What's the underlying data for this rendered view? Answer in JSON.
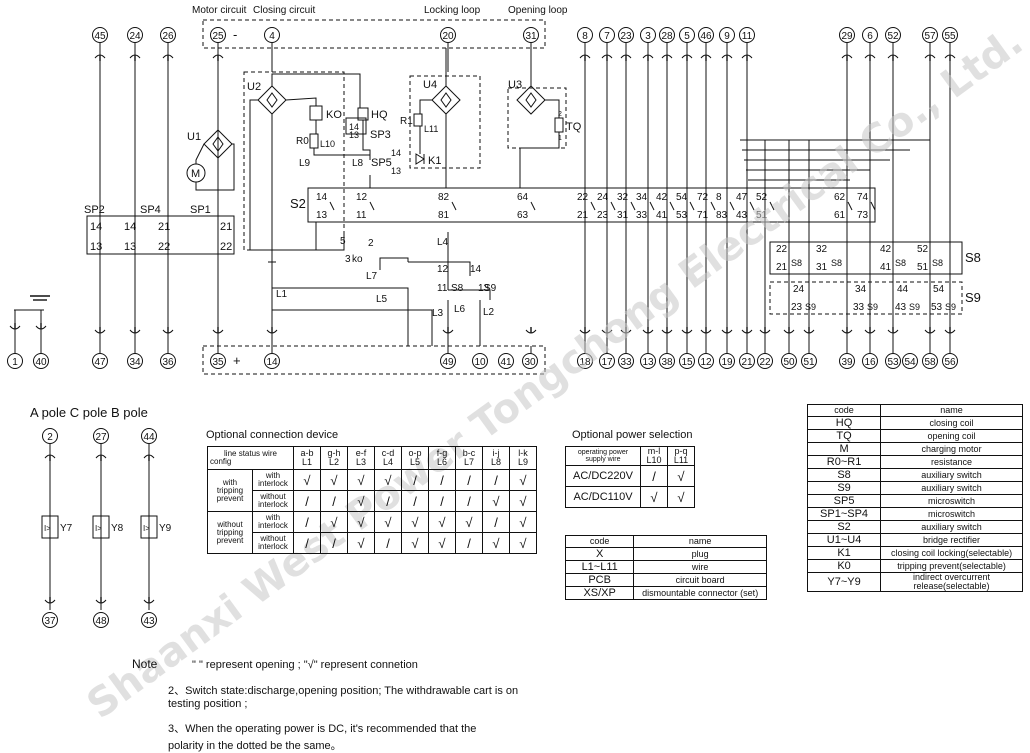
{
  "top_labels": {
    "motor_circuit": "Motor circuit",
    "closing_circuit": "Closing circuit",
    "locking_loop": "Locking loop",
    "opening_loop": "Opening loop"
  },
  "top_terminals": {
    "left": [
      "45",
      "24",
      "26",
      "25",
      "4"
    ],
    "mid": [
      "20",
      "31"
    ],
    "right": [
      "8",
      "7",
      "23",
      "3",
      "28",
      "5",
      "46",
      "9",
      "11"
    ],
    "far_right": [
      "29",
      "6",
      "52",
      "57",
      "55"
    ]
  },
  "bottom_terminals": {
    "left": [
      "1",
      "40",
      "47",
      "34",
      "36",
      "35",
      "14"
    ],
    "mid": [
      "49",
      "10",
      "41",
      "30"
    ],
    "right": [
      "18",
      "17",
      "33",
      "13",
      "38",
      "15",
      "12",
      "19",
      "21",
      "22",
      "50",
      "51"
    ],
    "far_right": [
      "39",
      "16",
      "53",
      "54",
      "58",
      "56"
    ]
  },
  "signs": {
    "minus": "-",
    "plus": "+"
  },
  "component_labels": {
    "U1": "U1",
    "U2": "U2",
    "U3": "U3",
    "U4": "U4",
    "M": "M",
    "HQ": "HQ",
    "KO": "KO",
    "TQ": "TQ",
    "K1": "K1",
    "R0": "R0",
    "R1": "R1",
    "L9": "L9",
    "L8": "L8",
    "L10": "L10",
    "L11": "L11",
    "SP3": "SP3",
    "SP5": "SP5",
    "SP2": "SP2",
    "SP4": "SP4",
    "SP1": "SP1",
    "S2": "S2",
    "S8": "S8",
    "S9": "S9",
    "L1": "L1",
    "L2": "L2",
    "L3": "L3",
    "L4": "L4",
    "L5": "L5",
    "L6": "L6",
    "L7": "L7",
    "ko": "ko"
  },
  "s2_contacts": {
    "top": [
      "14",
      "12",
      "82",
      "64",
      "22",
      "24",
      "32",
      "34",
      "42",
      "54",
      "72",
      "8",
      "47",
      "52",
      "62",
      "74"
    ],
    "bottom": [
      "13",
      "11",
      "81",
      "63",
      "21",
      "23",
      "31",
      "33",
      "41",
      "53",
      "71",
      "83",
      "43",
      "51",
      "61",
      "73"
    ]
  },
  "s8_contacts": {
    "top": [
      "22",
      "32",
      "42",
      "52"
    ],
    "bottom": [
      "21",
      "31",
      "41",
      "51"
    ]
  },
  "s9_contacts": {
    "top": [
      "24",
      "34",
      "44",
      "54"
    ],
    "bottom": [
      "23",
      "33",
      "43",
      "53"
    ]
  },
  "sp_contacts": {
    "top": [
      "14",
      "14",
      "21",
      "21"
    ],
    "bottom": [
      "13",
      "13",
      "22",
      "22"
    ]
  },
  "misc_numbers": {
    "n14a": "14",
    "n13a": "13",
    "n12": "12",
    "n11a": "11",
    "n14b": "14",
    "n13b": "13",
    "n5": "5",
    "n2": "2",
    "n3": "3",
    "n12b": "12",
    "n11b": "11",
    "n14c": "14",
    "n13c": "13",
    "n2tq": "2",
    "n1tq": "1",
    "n4": "4",
    "n1": "1"
  },
  "poles": {
    "title": "A pole  C pole  B pole",
    "items": [
      {
        "top": "2",
        "bottom": "37",
        "label": "Y7"
      },
      {
        "top": "27",
        "bottom": "48",
        "label": "Y8"
      },
      {
        "top": "44",
        "bottom": "43",
        "label": "Y9"
      }
    ],
    "symbol": "I>"
  },
  "optional_connection": {
    "title": "Optional connection device",
    "header_line_status": "line status",
    "header_wire": "wire",
    "header_config": "config",
    "columns": [
      {
        "top": "a-b",
        "bottom": "L1"
      },
      {
        "top": "g-h",
        "bottom": "L2"
      },
      {
        "top": "e-f",
        "bottom": "L3"
      },
      {
        "top": "c-d",
        "bottom": "L4"
      },
      {
        "top": "o-p",
        "bottom": "L5"
      },
      {
        "top": "f-g",
        "bottom": "L6"
      },
      {
        "top": "b-c",
        "bottom": "L7"
      },
      {
        "top": "i-j",
        "bottom": "L8"
      },
      {
        "top": "l-k",
        "bottom": "L9"
      }
    ],
    "groups": [
      {
        "label": "with tripping prevent",
        "rows": [
          {
            "label": "with interlock",
            "cells": [
              "√",
              "√",
              "√",
              "√",
              "/",
              "/",
              "/",
              "/",
              "√"
            ]
          },
          {
            "label": "without interlock",
            "cells": [
              "/",
              "/",
              "√",
              "/",
              "/",
              "/",
              "/",
              "√",
              "√"
            ]
          }
        ]
      },
      {
        "label": "without tripping prevent",
        "rows": [
          {
            "label": "with interlock",
            "cells": [
              "/",
              "√",
              "√",
              "√",
              "√",
              "√",
              "√",
              "/",
              "√"
            ]
          },
          {
            "label": "without interlock",
            "cells": [
              "/",
              "/",
              "√",
              "/",
              "√",
              "√",
              "/",
              "√",
              "√"
            ]
          }
        ]
      }
    ]
  },
  "optional_power": {
    "title": "Optional power selection",
    "header_operating": "operating power supply",
    "header_wire": "wire",
    "columns": [
      {
        "top": "m-l",
        "bottom": "L10"
      },
      {
        "top": "p-q",
        "bottom": "L11"
      }
    ],
    "rows": [
      {
        "label": "AC/DC220V",
        "cells": [
          "/",
          "√"
        ]
      },
      {
        "label": "AC/DC110V",
        "cells": [
          "√",
          "√"
        ]
      }
    ]
  },
  "code_table_small": {
    "headers": [
      "code",
      "name"
    ],
    "rows": [
      [
        "X",
        "plug"
      ],
      [
        "L1~L11",
        "wire"
      ],
      [
        "PCB",
        "circuit board"
      ],
      [
        "XS/XP",
        "dismountable connector (set)"
      ]
    ]
  },
  "code_table_large": {
    "headers": [
      "code",
      "name"
    ],
    "rows": [
      [
        "HQ",
        "closing coil"
      ],
      [
        "TQ",
        "opening coil"
      ],
      [
        "M",
        "charging motor"
      ],
      [
        "R0~R1",
        "resistance"
      ],
      [
        "S8",
        "auxiliary switch"
      ],
      [
        "S9",
        "auxiliary switch"
      ],
      [
        "SP5",
        "microswitch"
      ],
      [
        "SP1~SP4",
        "microswitch"
      ],
      [
        "S2",
        "auxiliary switch"
      ],
      [
        "U1~U4",
        "bridge rectifier"
      ],
      [
        "K1",
        "closing coil locking(selectable)"
      ],
      [
        "K0",
        "tripping prevent(selectable)"
      ],
      [
        "Y7~Y9",
        "indirect overcurrent release(selectable)"
      ]
    ]
  },
  "notes": {
    "label": "Note",
    "n1": "\" \" represent opening ; \"√\" represent connetion",
    "n2_a": "2、Switch state:discharge,opening position;  The withdrawable  cart is on",
    "n2_b": "testing position ;",
    "n3_a": "3、When the operating power is DC, it's recommended that the",
    "n3_b": "polarity in the dotted be the same。"
  },
  "watermark": "Shaanxi West Power Tongchong Electrical Co., Ltd."
}
